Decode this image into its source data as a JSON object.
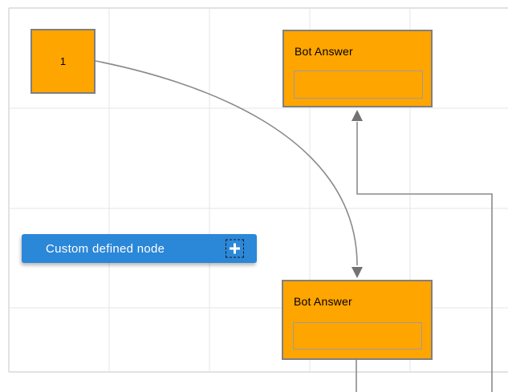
{
  "canvas": {
    "nodes": {
      "start": {
        "label": "1",
        "shape": "square"
      },
      "bot_answer_top": {
        "title": "Bot Answer",
        "has_input_box": true
      },
      "bot_answer_bottom": {
        "title": "Bot Answer",
        "has_input_box": true
      }
    },
    "connectors": [
      {
        "from": "start",
        "to": "bot_answer_bottom",
        "style": "curved",
        "arrow": "down"
      },
      {
        "from": "bot_answer_bottom",
        "to": "bot_answer_top",
        "style": "orthogonal",
        "arrow": "up"
      }
    ],
    "palette": {
      "custom_node_label": "Custom defined node",
      "add_icon": "plus-icon"
    }
  },
  "colors": {
    "node_orange": "#ffa500",
    "node_border": "#7f7f7f",
    "inner_box_border": "#9c9c9c",
    "palette_blue": "#2b87d8",
    "connector_gray": "#8a8a8a",
    "arrow_gray": "#737373",
    "grid_line": "#e5e5e5",
    "canvas_border": "#d8d8d8"
  }
}
